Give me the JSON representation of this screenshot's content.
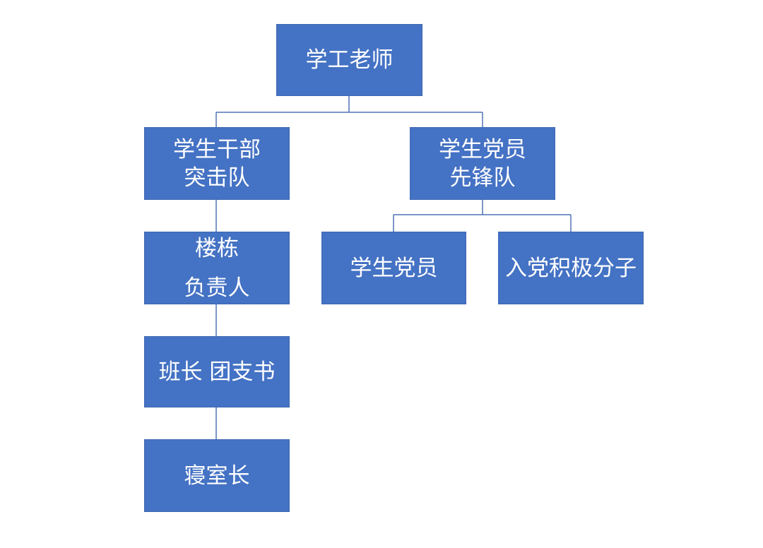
{
  "org_chart": {
    "root": {
      "label": "学工老师"
    },
    "branches": [
      {
        "label_lines": [
          "学生干部",
          "突击队"
        ],
        "children": [
          {
            "label_lines": [
              "楼栋",
              "负责人"
            ]
          },
          {
            "label_lines": [
              "班长 团支书"
            ]
          },
          {
            "label_lines": [
              "寝室长"
            ]
          }
        ]
      },
      {
        "label_lines": [
          "学生党员",
          "先锋队"
        ],
        "children": [
          {
            "label_lines": [
              "学生党员"
            ]
          },
          {
            "label_lines": [
              "入党积极分子"
            ]
          }
        ]
      }
    ]
  },
  "colors": {
    "node_fill": "#4472c4",
    "node_text": "#ffffff",
    "connector": "#4f73b6"
  }
}
